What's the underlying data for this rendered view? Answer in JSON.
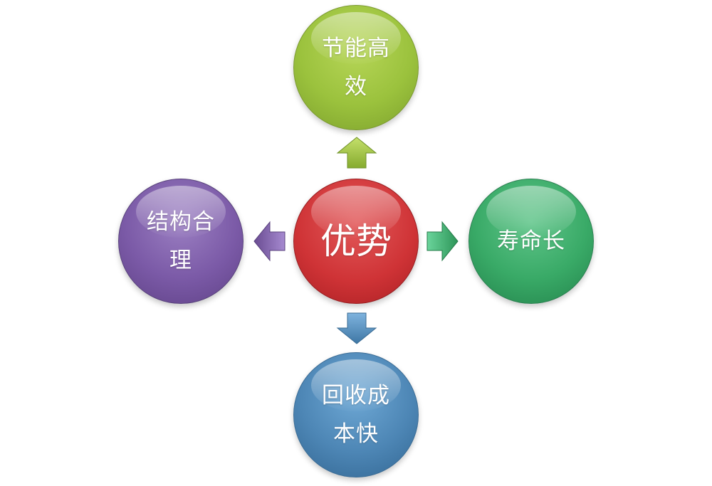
{
  "diagram": {
    "center": {
      "label": "优势",
      "color": "#cf3336"
    },
    "nodes": {
      "top": {
        "label": "节能高效",
        "color": "#9bc23d"
      },
      "right": {
        "label": "寿命长",
        "color": "#39aa67"
      },
      "bottom": {
        "label": "回收成本快",
        "color": "#4d86b5"
      },
      "left": {
        "label": "结构合理",
        "color": "#7b5aa7"
      }
    },
    "arrows": {
      "up": {
        "icon": "arrow-up-icon",
        "color": "#9bc23d"
      },
      "right": {
        "icon": "arrow-right-icon",
        "color": "#39aa67"
      },
      "down": {
        "icon": "arrow-down-icon",
        "color": "#4d86b5"
      },
      "left": {
        "icon": "arrow-left-icon",
        "color": "#7b5aa7"
      }
    }
  }
}
